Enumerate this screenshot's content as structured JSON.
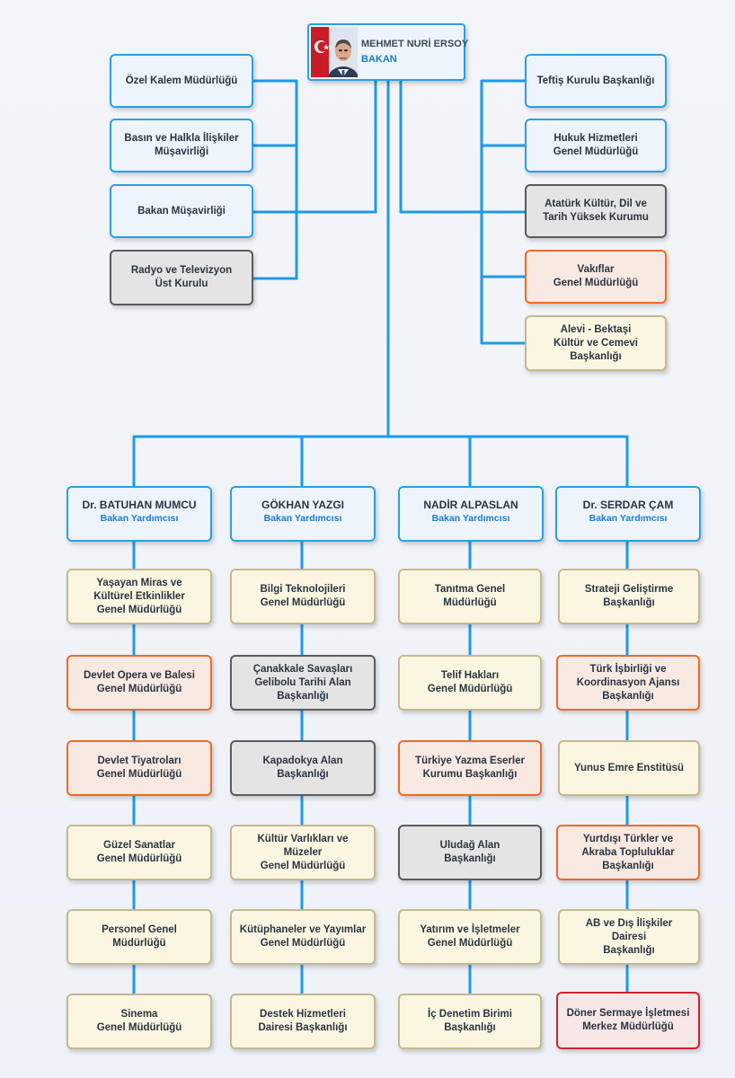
{
  "minister": {
    "name": "MEHMET NURİ ERSOY",
    "title": "BAKAN"
  },
  "left_units": [
    {
      "label": "Özel Kalem Müdürlüğü",
      "style": "blue"
    },
    {
      "label": "Basın ve Halkla İlişkiler\nMüşavirliği",
      "style": "blue"
    },
    {
      "label": "Bakan Müşavirliği",
      "style": "blue"
    },
    {
      "label": "Radyo ve Televizyon\nÜst Kurulu",
      "style": "gray"
    }
  ],
  "right_units": [
    {
      "label": "Teftiş Kurulu Başkanlığı",
      "style": "blue"
    },
    {
      "label": "Hukuk Hizmetleri\nGenel Müdürlüğü",
      "style": "blue"
    },
    {
      "label": "Atatürk Kültür, Dil ve\nTarih Yüksek Kurumu",
      "style": "gray"
    },
    {
      "label": "Vakıflar\nGenel Müdürlüğü",
      "style": "orange"
    },
    {
      "label": "Alevi - Bektaşi\nKültür ve Cemevi\nBaşkanlığı",
      "style": "cream"
    }
  ],
  "deputies": [
    {
      "name": "Dr. BATUHAN MUMCU",
      "role": "Bakan Yardımcısı",
      "units": [
        {
          "label": "Yaşayan Miras ve\nKültürel Etkinlikler\nGenel Müdürlüğü",
          "style": "cream"
        },
        {
          "label": "Devlet Opera ve Balesi\nGenel Müdürlüğü",
          "style": "orange"
        },
        {
          "label": "Devlet Tiyatroları\nGenel Müdürlüğü",
          "style": "orange"
        },
        {
          "label": "Güzel Sanatlar\nGenel Müdürlüğü",
          "style": "cream"
        },
        {
          "label": "Personel Genel\nMüdürlüğü",
          "style": "cream"
        },
        {
          "label": "Sinema\nGenel Müdürlüğü",
          "style": "cream"
        }
      ]
    },
    {
      "name": "GÖKHAN YAZGI",
      "role": "Bakan Yardımcısı",
      "units": [
        {
          "label": "Bilgi Teknolojileri\nGenel Müdürlüğü",
          "style": "cream"
        },
        {
          "label": "Çanakkale Savaşları\nGelibolu Tarihi Alan\nBaşkanlığı",
          "style": "gray"
        },
        {
          "label": "Kapadokya Alan\nBaşkanlığı",
          "style": "gray"
        },
        {
          "label": "Kültür Varlıkları ve Müzeler\nGenel Müdürlüğü",
          "style": "cream"
        },
        {
          "label": "Kütüphaneler ve Yayımlar\nGenel Müdürlüğü",
          "style": "cream"
        },
        {
          "label": "Destek Hizmetleri\nDairesi Başkanlığı",
          "style": "cream"
        }
      ]
    },
    {
      "name": "NADİR ALPASLAN",
      "role": "Bakan Yardımcısı",
      "units": [
        {
          "label": "Tanıtma Genel Müdürlüğü",
          "style": "cream"
        },
        {
          "label": "Telif Hakları\nGenel Müdürlüğü",
          "style": "cream"
        },
        {
          "label": "Türkiye Yazma Eserler\nKurumu Başkanlığı",
          "style": "orange"
        },
        {
          "label": "Uludağ Alan\nBaşkanlığı",
          "style": "gray"
        },
        {
          "label": "Yatırım ve İşletmeler\nGenel Müdürlüğü",
          "style": "cream"
        },
        {
          "label": "İç Denetim Birimi\nBaşkanlığı",
          "style": "cream"
        }
      ]
    },
    {
      "name": "Dr. SERDAR ÇAM",
      "role": "Bakan Yardımcısı",
      "units": [
        {
          "label": "Strateji Geliştirme\nBaşkanlığı",
          "style": "cream"
        },
        {
          "label": "Türk İşbirliği ve\nKoordinasyon Ajansı\nBaşkanlığı",
          "style": "orange"
        },
        {
          "label": "Yunus Emre Enstitüsü",
          "style": "cream"
        },
        {
          "label": "Yurtdışı Türkler ve\nAkraba Topluluklar\nBaşkanlığı",
          "style": "orange"
        },
        {
          "label": "AB ve Dış İlişkiler Dairesi\nBaşkanlığı",
          "style": "cream"
        },
        {
          "label": "Döner Sermaye İşletmesi\nMerkez Müdürlüğü",
          "style": "red"
        }
      ]
    }
  ],
  "colors": {
    "connector": "#1e9ae8",
    "blue_border": "#2aa0e3",
    "orange_border": "#ef6b22",
    "gray_border": "#5b5b5b",
    "cream_border": "#c5b98e",
    "red_border": "#cc2430"
  }
}
